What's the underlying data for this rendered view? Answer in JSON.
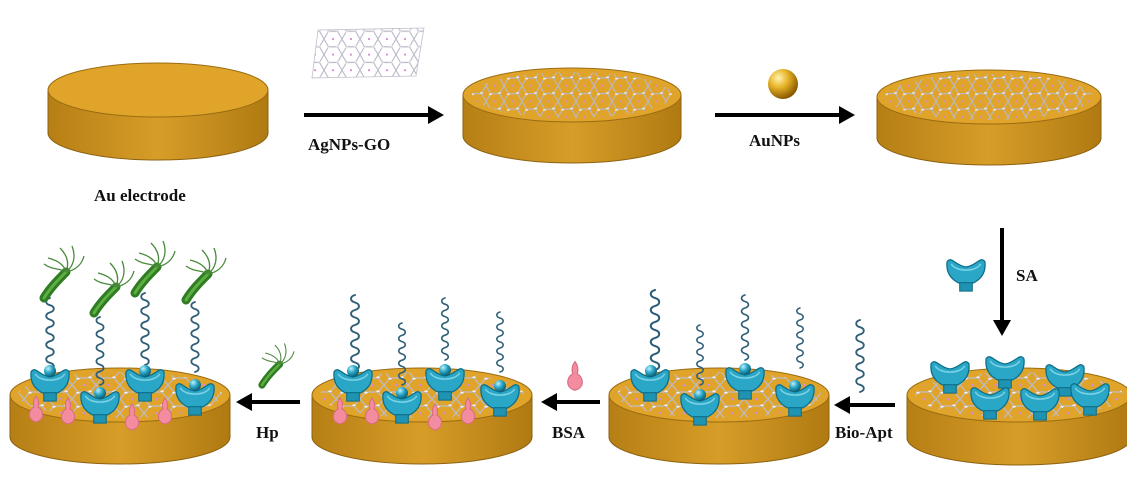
{
  "labels": {
    "au_electrode": "Au electrode",
    "agnps_go": "AgNPs-GO",
    "aunps": "AuNPs",
    "sa": "SA",
    "bio_apt": "Bio-Apt",
    "bsa": "BSA",
    "hp": "Hp"
  },
  "colors": {
    "electrode_gold": "#E0A42A",
    "electrode_side": "#C48E1E",
    "sa_blue": "#2AA7C6",
    "bsa_pink": "#F28C9E",
    "bacteria_green": "#2E7D22",
    "aptamer": "#2F5F78"
  }
}
